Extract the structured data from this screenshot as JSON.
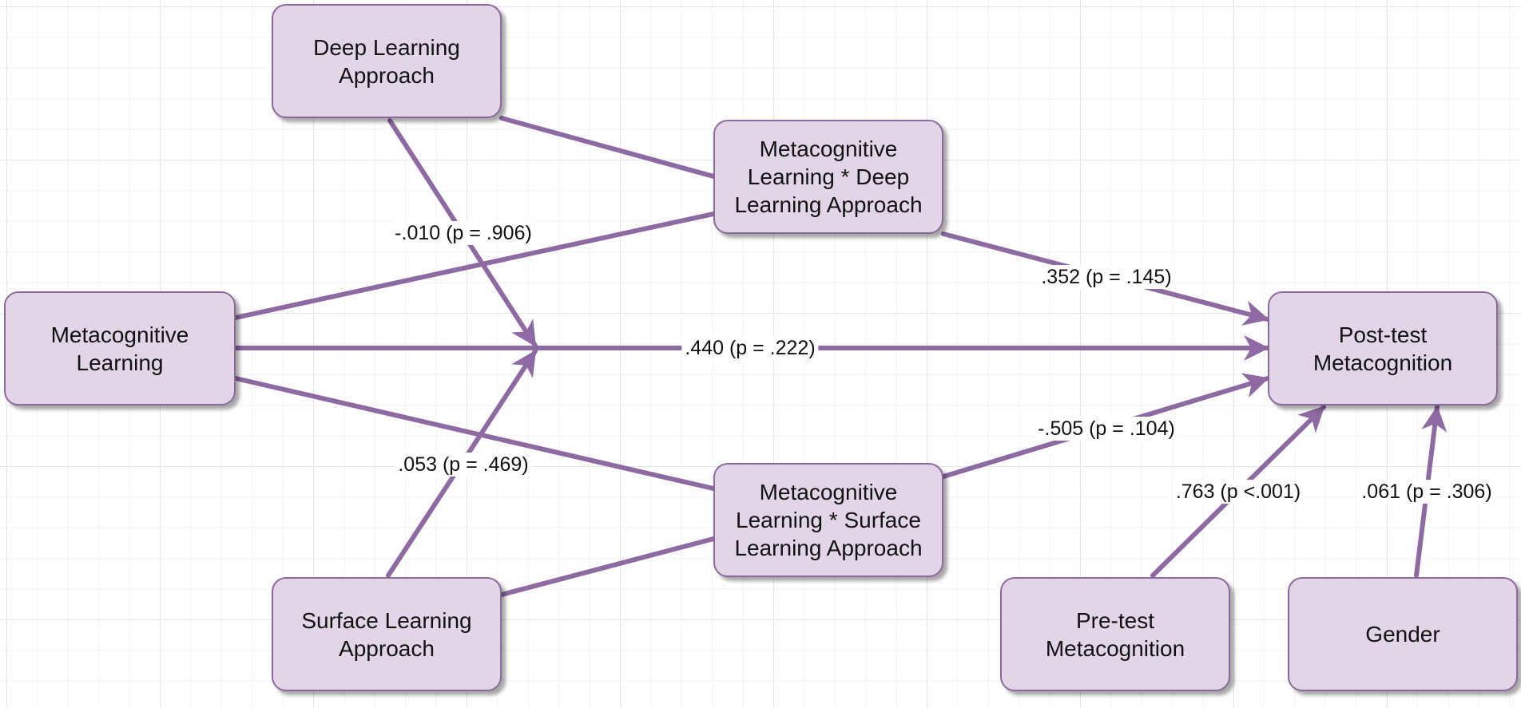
{
  "colors": {
    "node_fill": "#e2d5e8",
    "node_border": "#8a6a9c",
    "edge": "#8e6aa3"
  },
  "nodes": {
    "deep": "Deep Learning\nApproach",
    "surface": "Surface Learning\nApproach",
    "metacog": "Metacognitive\nLearning",
    "interaction_deep": "Metacognitive\nLearning * Deep\nLearning Approach",
    "interaction_surface": "Metacognitive\nLearning * Surface\nLearning Approach",
    "post": "Post-test\nMetacognition",
    "pre": "Pre-test\nMetacognition",
    "gender": "Gender"
  },
  "edge_labels": {
    "deep_moderation": "-.010 (p = .906)",
    "surface_moderation": ".053 (p = .469)",
    "direct": ".440 (p = .222)",
    "interaction_deep": ".352 (p = .145)",
    "interaction_surface": "-.505 (p = .104)",
    "pretest": ".763 (p <.001)",
    "gender": ".061 (p = .306)"
  }
}
